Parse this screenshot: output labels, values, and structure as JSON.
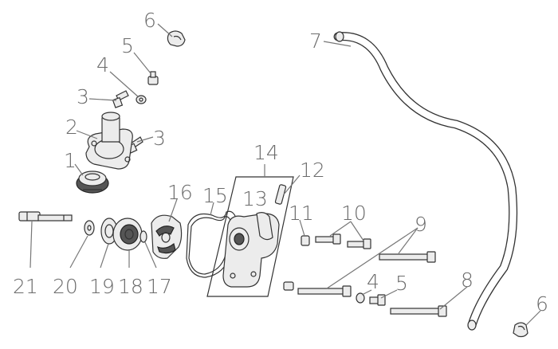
{
  "callouts": [
    {
      "id": "c6a",
      "text": "6"
    },
    {
      "id": "c7",
      "text": "7"
    },
    {
      "id": "c5a",
      "text": "5"
    },
    {
      "id": "c4a",
      "text": "4"
    },
    {
      "id": "c3a",
      "text": "3"
    },
    {
      "id": "c2",
      "text": "2"
    },
    {
      "id": "c3b",
      "text": "3"
    },
    {
      "id": "c1",
      "text": "1"
    },
    {
      "id": "c14",
      "text": "14"
    },
    {
      "id": "c12",
      "text": "12"
    },
    {
      "id": "c16",
      "text": "16"
    },
    {
      "id": "c15",
      "text": "15"
    },
    {
      "id": "c13",
      "text": "13"
    },
    {
      "id": "c11",
      "text": "11"
    },
    {
      "id": "c10",
      "text": "10"
    },
    {
      "id": "c9",
      "text": "9"
    },
    {
      "id": "c8",
      "text": "8"
    },
    {
      "id": "c4b",
      "text": "4"
    },
    {
      "id": "c5b",
      "text": "5"
    },
    {
      "id": "c6b",
      "text": "6"
    },
    {
      "id": "c21",
      "text": "21"
    },
    {
      "id": "c20",
      "text": "20"
    },
    {
      "id": "c19",
      "text": "19"
    },
    {
      "id": "c18",
      "text": "18"
    },
    {
      "id": "c17",
      "text": "17"
    }
  ]
}
